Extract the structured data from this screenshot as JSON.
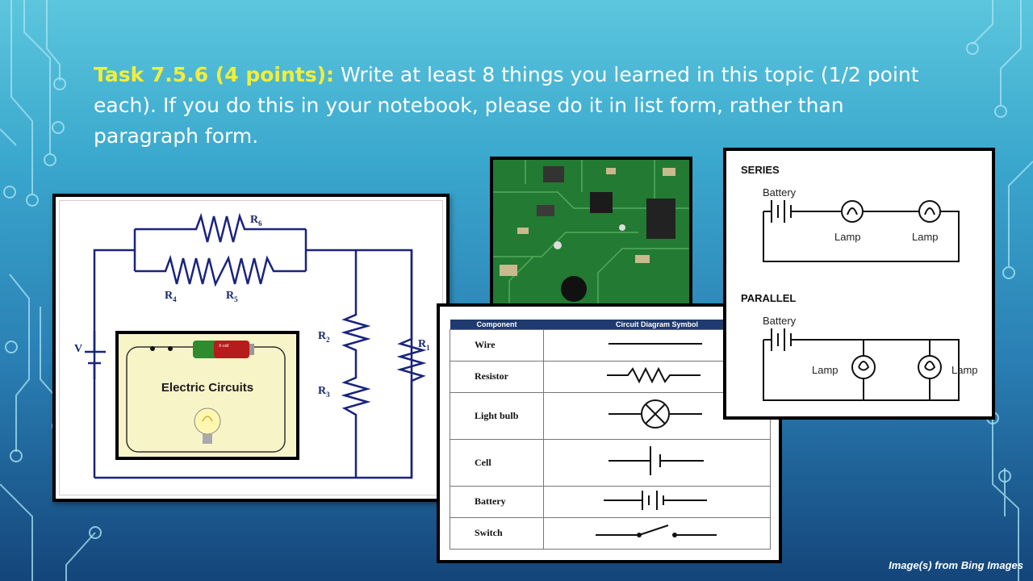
{
  "slide": {
    "task_label": "Task 7.5.6 (4 points):",
    "task_body": " Write at least 8 things you learned in this topic (1/2 point each). If you do this in your notebook, please do it in list form, rather than paragraph form.",
    "credit": "Image(s) from Bing Images"
  },
  "circuit_image": {
    "resistor_labels": [
      "R",
      "R",
      "R",
      "R",
      "R",
      "R"
    ],
    "resistor_subs": [
      "6",
      "4",
      "5",
      "2",
      "3",
      "1"
    ],
    "voltage_label": "V",
    "inset_title": "Electric Circuits",
    "battery_text": "X-cell"
  },
  "symbol_table": {
    "headers": [
      "Component",
      "Circuit Diagram Symbol"
    ],
    "rows": [
      "Wire",
      "Resistor",
      "Light bulb",
      "Cell",
      "Battery",
      "Switch"
    ]
  },
  "series_parallel": {
    "series_title": "SERIES",
    "parallel_title": "PARALLEL",
    "battery": "Battery",
    "lamp": "Lamp"
  },
  "colors": {
    "task_label": "#f2ee3a",
    "text": "#ffffff",
    "circuit_wire": "#1a237e",
    "table_header": "#1f3a6e"
  }
}
